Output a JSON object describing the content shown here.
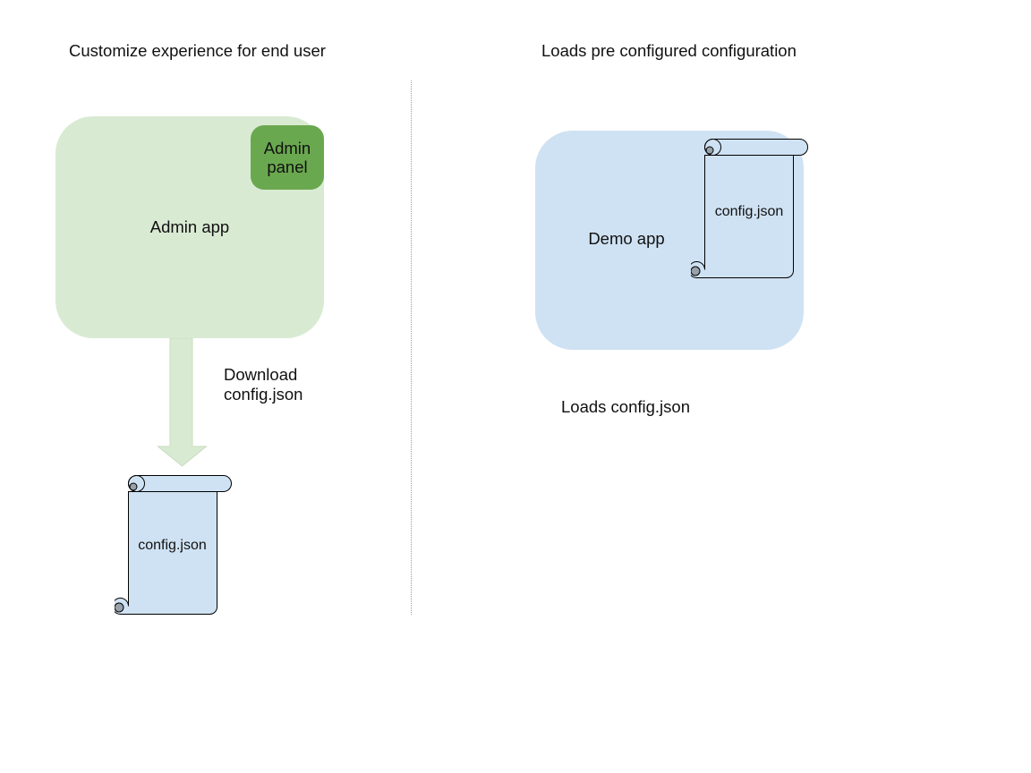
{
  "colors": {
    "light_green": "#d9ead3",
    "panel_green": "#6aa84f",
    "light_blue": "#cfe2f3",
    "curl_gray": "#97a1a9",
    "divider_gray": "#9e9e9e",
    "arrow_stroke": "#c9ddbe",
    "text": "#111111"
  },
  "left_panel": {
    "title": "Customize experience for end user",
    "admin_app": {
      "label": "Admin app"
    },
    "admin_panel": {
      "label": "Admin panel"
    },
    "download_arrow_label": "Download\nconfig.json",
    "config_file": {
      "label": "config.json"
    }
  },
  "right_panel": {
    "title": "Loads pre configured configuration",
    "demo_app": {
      "label": "Demo app"
    },
    "config_file": {
      "label": "config.json"
    },
    "caption": "Loads config.json"
  }
}
